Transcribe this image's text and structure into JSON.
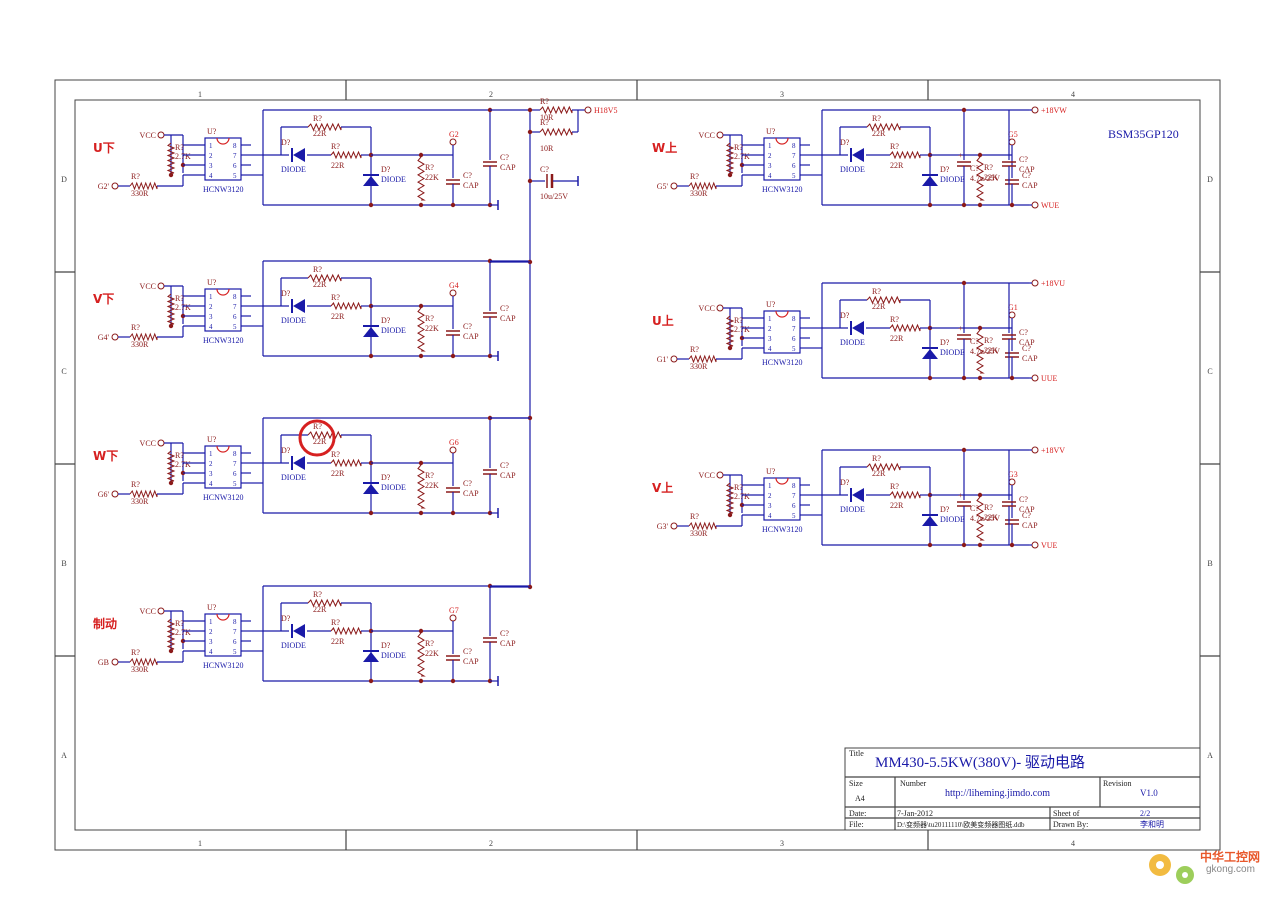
{
  "colors": {
    "wire": "#1a1aa8",
    "comp": "#8b1a1a",
    "text": "#1a1aa8",
    "label": "#d62020",
    "frame": "#444",
    "highlight": "#d62020"
  },
  "border": {
    "cols": [
      "1",
      "2",
      "3",
      "4"
    ],
    "rows": [
      "D",
      "C",
      "B",
      "A"
    ]
  },
  "common": {
    "vcc": "VCC",
    "r_gen": "R?",
    "r_pullup": "2.7K",
    "r_in": "330R",
    "ic_ref": "U?",
    "ic_name": "HCNW3120",
    "ic_pins_left": [
      "1",
      "2",
      "3",
      "4"
    ],
    "ic_pins_right": [
      "8",
      "7",
      "6",
      "5"
    ],
    "d_ref": "D?",
    "d_name": "DIODE",
    "r22": "22R",
    "r22k": "22K",
    "c_ref": "C?",
    "c_name": "CAP",
    "c_el": "C?",
    "c_el_val": "4.7u/25V"
  },
  "left_channels": [
    {
      "label": "U下",
      "input": "G2'",
      "gate": "G2"
    },
    {
      "label": "V下",
      "input": "G4'",
      "gate": "G4"
    },
    {
      "label": "W下",
      "input": "G6'",
      "gate": "G6"
    },
    {
      "label": "制动",
      "input": "GB",
      "gate": "G7"
    }
  ],
  "right_channels": [
    {
      "label": "W上",
      "input": "G5'",
      "gate": "G5",
      "supply": "+18VW",
      "ret": "WUE"
    },
    {
      "label": "U上",
      "input": "G1'",
      "gate": "G1",
      "supply": "+18VU",
      "ret": "UUE"
    },
    {
      "label": "V上",
      "input": "G3'",
      "gate": "G3",
      "supply": "+18VV",
      "ret": "VUE"
    }
  ],
  "supply_block": {
    "net": "H18V5",
    "r1": "R?",
    "r1v": "10R",
    "r2": "R?",
    "r2v": "10R",
    "c": "C?",
    "cv": "10u/25V"
  },
  "part_note": "BSM35GP120",
  "title_block": {
    "title_lbl": "Title",
    "title": "MM430-5.5KW(380V)- 驱动电路",
    "size_lbl": "Size",
    "size": "A4",
    "number_lbl": "Number",
    "number": "http://liheming.jimdo.com",
    "rev_lbl": "Revision",
    "rev": "V1.0",
    "date_lbl": "Date:",
    "date": "7-Jan-2012",
    "sheet_lbl": "Sheet   of",
    "sheet": "2/2",
    "file_lbl": "File:",
    "file": "D:\\变频器\\tu20111110\\欧美变频器图纸.ddb",
    "drawn_lbl": "Drawn By:",
    "drawn": "李和明"
  },
  "watermark": {
    "line1": "中华工控网",
    "line2": "gkong.com"
  }
}
